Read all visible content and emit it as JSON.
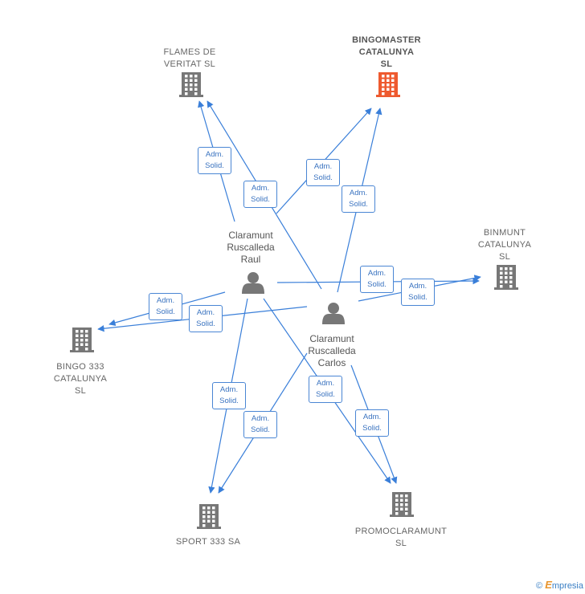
{
  "nodes": {
    "flames": {
      "label": "FLAMES DE\nVERITAT SL",
      "type": "company",
      "color": "#777777"
    },
    "bingomaster": {
      "label": "BINGOMASTER\nCATALUNYA\nSL",
      "type": "company",
      "color": "#ee5a2f",
      "highlight": true
    },
    "binmunt": {
      "label": "BINMUNT\nCATALUNYA\nSL",
      "type": "company",
      "color": "#777777"
    },
    "bingo333": {
      "label": "BINGO 333\nCATALUNYA\nSL",
      "type": "company",
      "color": "#777777"
    },
    "sport333": {
      "label": "SPORT 333 SA",
      "type": "company",
      "color": "#777777"
    },
    "promoclaramunt": {
      "label": "PROMOCLARAMUNT\nSL",
      "type": "company",
      "color": "#777777"
    },
    "raul": {
      "label": "Claramunt\nRuscalleda\nRaul",
      "type": "person",
      "color": "#777777"
    },
    "carlos": {
      "label": "Claramunt\nRuscalleda\nCarlos",
      "type": "person",
      "color": "#777777"
    }
  },
  "edge_label": "Adm.\nSolid.",
  "edges": [
    {
      "from": "raul",
      "to": "flames",
      "label": "Adm.\nSolid."
    },
    {
      "from": "carlos",
      "to": "flames",
      "label": "Adm.\nSolid."
    },
    {
      "from": "raul",
      "to": "bingomaster",
      "label": "Adm.\nSolid."
    },
    {
      "from": "carlos",
      "to": "bingomaster",
      "label": "Adm.\nSolid."
    },
    {
      "from": "raul",
      "to": "binmunt",
      "label": "Adm.\nSolid."
    },
    {
      "from": "carlos",
      "to": "binmunt",
      "label": "Adm.\nSolid."
    },
    {
      "from": "raul",
      "to": "bingo333",
      "label": "Adm.\nSolid."
    },
    {
      "from": "carlos",
      "to": "bingo333",
      "label": "Adm.\nSolid."
    },
    {
      "from": "raul",
      "to": "sport333",
      "label": "Adm.\nSolid."
    },
    {
      "from": "carlos",
      "to": "sport333",
      "label": "Adm.\nSolid."
    },
    {
      "from": "raul",
      "to": "promoclaramunt",
      "label": "Adm.\nSolid."
    },
    {
      "from": "carlos",
      "to": "promoclaramunt",
      "label": "Adm.\nSolid."
    }
  ],
  "edge_color": "#3a7fd9",
  "brand": {
    "copyright": "©",
    "name": "mpresia",
    "initial": "E"
  }
}
